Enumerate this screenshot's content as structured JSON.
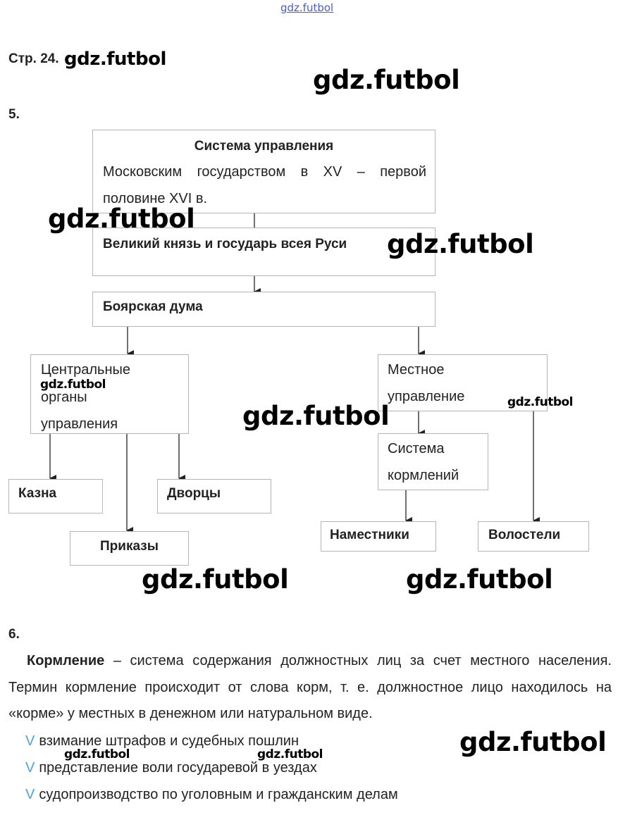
{
  "header": {
    "site": "gdz.futbol"
  },
  "page_label": "Стр. 24.",
  "watermark": "gdz.futbol",
  "task5": {
    "number": "5.",
    "title": "Система управления",
    "subtitle_line1": "Московским государством в XV – первой",
    "subtitle_line2": "половине XVI в.",
    "prince": "Великий князь и государь всея Руси",
    "duma": "Боярская дума",
    "central_line1": "Центральные",
    "central_line2": "органы",
    "central_line3": "управления",
    "local_line1": "Местное",
    "local_line2": "управление",
    "feeding_line1": "Система",
    "feeding_line2": "кормлений",
    "kazna": "Казна",
    "dvortsy": "Дворцы",
    "prikazy": "Приказы",
    "namestniki": "Наместники",
    "volosteli": "Волостели"
  },
  "task6": {
    "number": "6.",
    "term": "Кормление",
    "definition": " – система содержания должностных лиц за счет местного населения. Термин кормление происходит от слова корм, т. е. должностное лицо находилось на «корме» у местных в денежном или натуральном виде.",
    "check_glyph": "V",
    "items": [
      "взимание штрафов и судебных пошлин",
      "представление воли государевой в уездах",
      "судопроизводство по уголовным и гражданским делам"
    ]
  }
}
